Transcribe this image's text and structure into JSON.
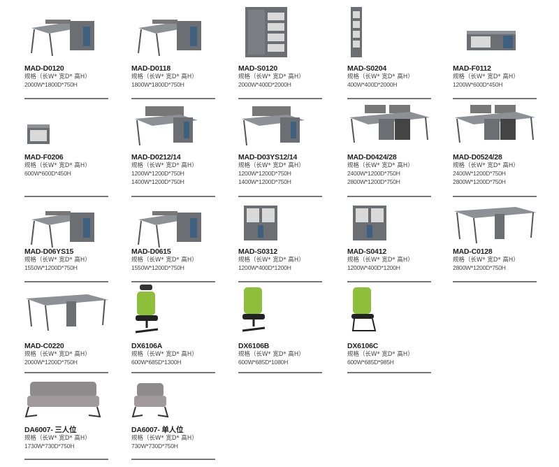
{
  "spec_label": "规格（长W* 宽D* 高H）",
  "rows": [
    {
      "products": [
        {
          "name": "MAD-D0120",
          "dims": [
            "2000W*1800D*750H"
          ],
          "image": "desk-with-cabinet"
        },
        {
          "name": "MAD-D0118",
          "dims": [
            "1800W*1800D*750H"
          ],
          "image": "desk-with-cabinet"
        },
        {
          "name": "MAD-S0120",
          "dims": [
            "2000W*400D*2000H"
          ],
          "image": "tall-bookcase"
        },
        {
          "name": "MAD-S0204",
          "dims": [
            "400W*400D*2000H"
          ],
          "image": "narrow-shelf"
        },
        {
          "name": "MAD-F0112",
          "dims": [
            "1200W*600D*450H"
          ],
          "image": "low-cabinet"
        }
      ]
    },
    {
      "products": [
        {
          "name": "MAD-F0206",
          "dims": [
            "600W*600D*450H"
          ],
          "image": "side-cabinet"
        },
        {
          "name": "MAD-D0212/14",
          "dims": [
            "1200W*1200D*750H",
            "1400W*1200D*750H"
          ],
          "image": "workstation"
        },
        {
          "name": "MAD-D03YS12/14",
          "dims": [
            "1200W*1200D*750H",
            "1400W*1200D*750H"
          ],
          "image": "workstation"
        },
        {
          "name": "MAD-D0424/28",
          "dims": [
            "2400W*1200D*750H",
            "2800W*1200D*750H"
          ],
          "image": "workstation-4"
        },
        {
          "name": "MAD-D0524/28",
          "dims": [
            "2400W*1200D*750H",
            "2800W*1200D*750H"
          ],
          "image": "workstation-4"
        }
      ]
    },
    {
      "products": [
        {
          "name": "MAD-D06YS15",
          "dims": [
            "1550W*1200D*750H"
          ],
          "image": "desk-with-cabinet"
        },
        {
          "name": "MAD-D0615",
          "dims": [
            "1550W*1200D*750H"
          ],
          "image": "desk-with-cabinet"
        },
        {
          "name": "MAD-S0312",
          "dims": [
            "1200W*400D*1200H"
          ],
          "image": "mid-cabinet"
        },
        {
          "name": "MAD-S0412",
          "dims": [
            "1200W*400D*1200H"
          ],
          "image": "mid-cabinet"
        },
        {
          "name": "MAD-C0128",
          "dims": [
            "2800W*1200D*750H"
          ],
          "image": "meeting-table"
        }
      ]
    },
    {
      "products": [
        {
          "name": "MAD-C0220",
          "dims": [
            "2000W*1200D*750H"
          ],
          "image": "meeting-table"
        },
        {
          "name": "DX6106A",
          "dims": [
            "600W*685D*1300H"
          ],
          "image": "office-chair-headrest"
        },
        {
          "name": "DX6106B",
          "dims": [
            "600W*685D*1080H"
          ],
          "image": "office-chair"
        },
        {
          "name": "DX6106C",
          "dims": [
            "600W*685D*985H"
          ],
          "image": "visitor-chair"
        }
      ]
    },
    {
      "products": [
        {
          "name": "DA6007- 三人位",
          "dims": [
            "1730W*730D*750H"
          ],
          "image": "three-seat-sofa"
        },
        {
          "name": "DA6007- 单人位",
          "dims": [
            "730W*730D*750H"
          ],
          "image": "single-sofa"
        }
      ]
    }
  ],
  "colors": {
    "desk_top": "#8d9196",
    "cabinet": "#6b6f74",
    "accent_blue": "#3f5f7f",
    "chair_green": "#8dbf3a",
    "sofa": "#8f8a8c"
  }
}
